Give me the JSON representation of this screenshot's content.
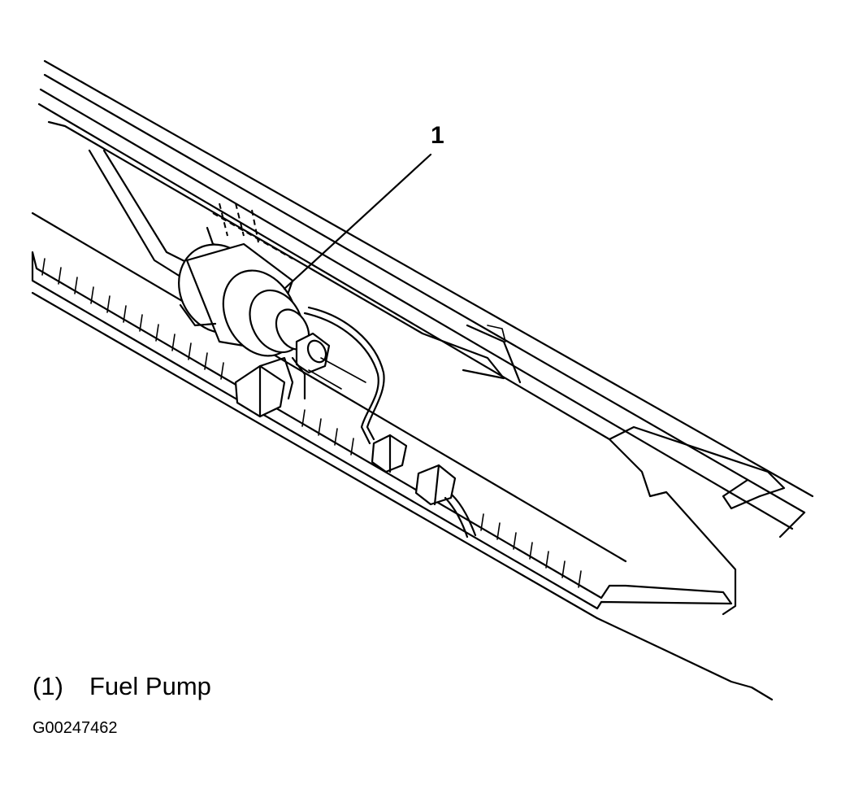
{
  "callout": {
    "number": "1"
  },
  "legend": [
    {
      "number": "(1)",
      "label": "Fuel Pump"
    }
  ],
  "figure_id": "G00247462"
}
